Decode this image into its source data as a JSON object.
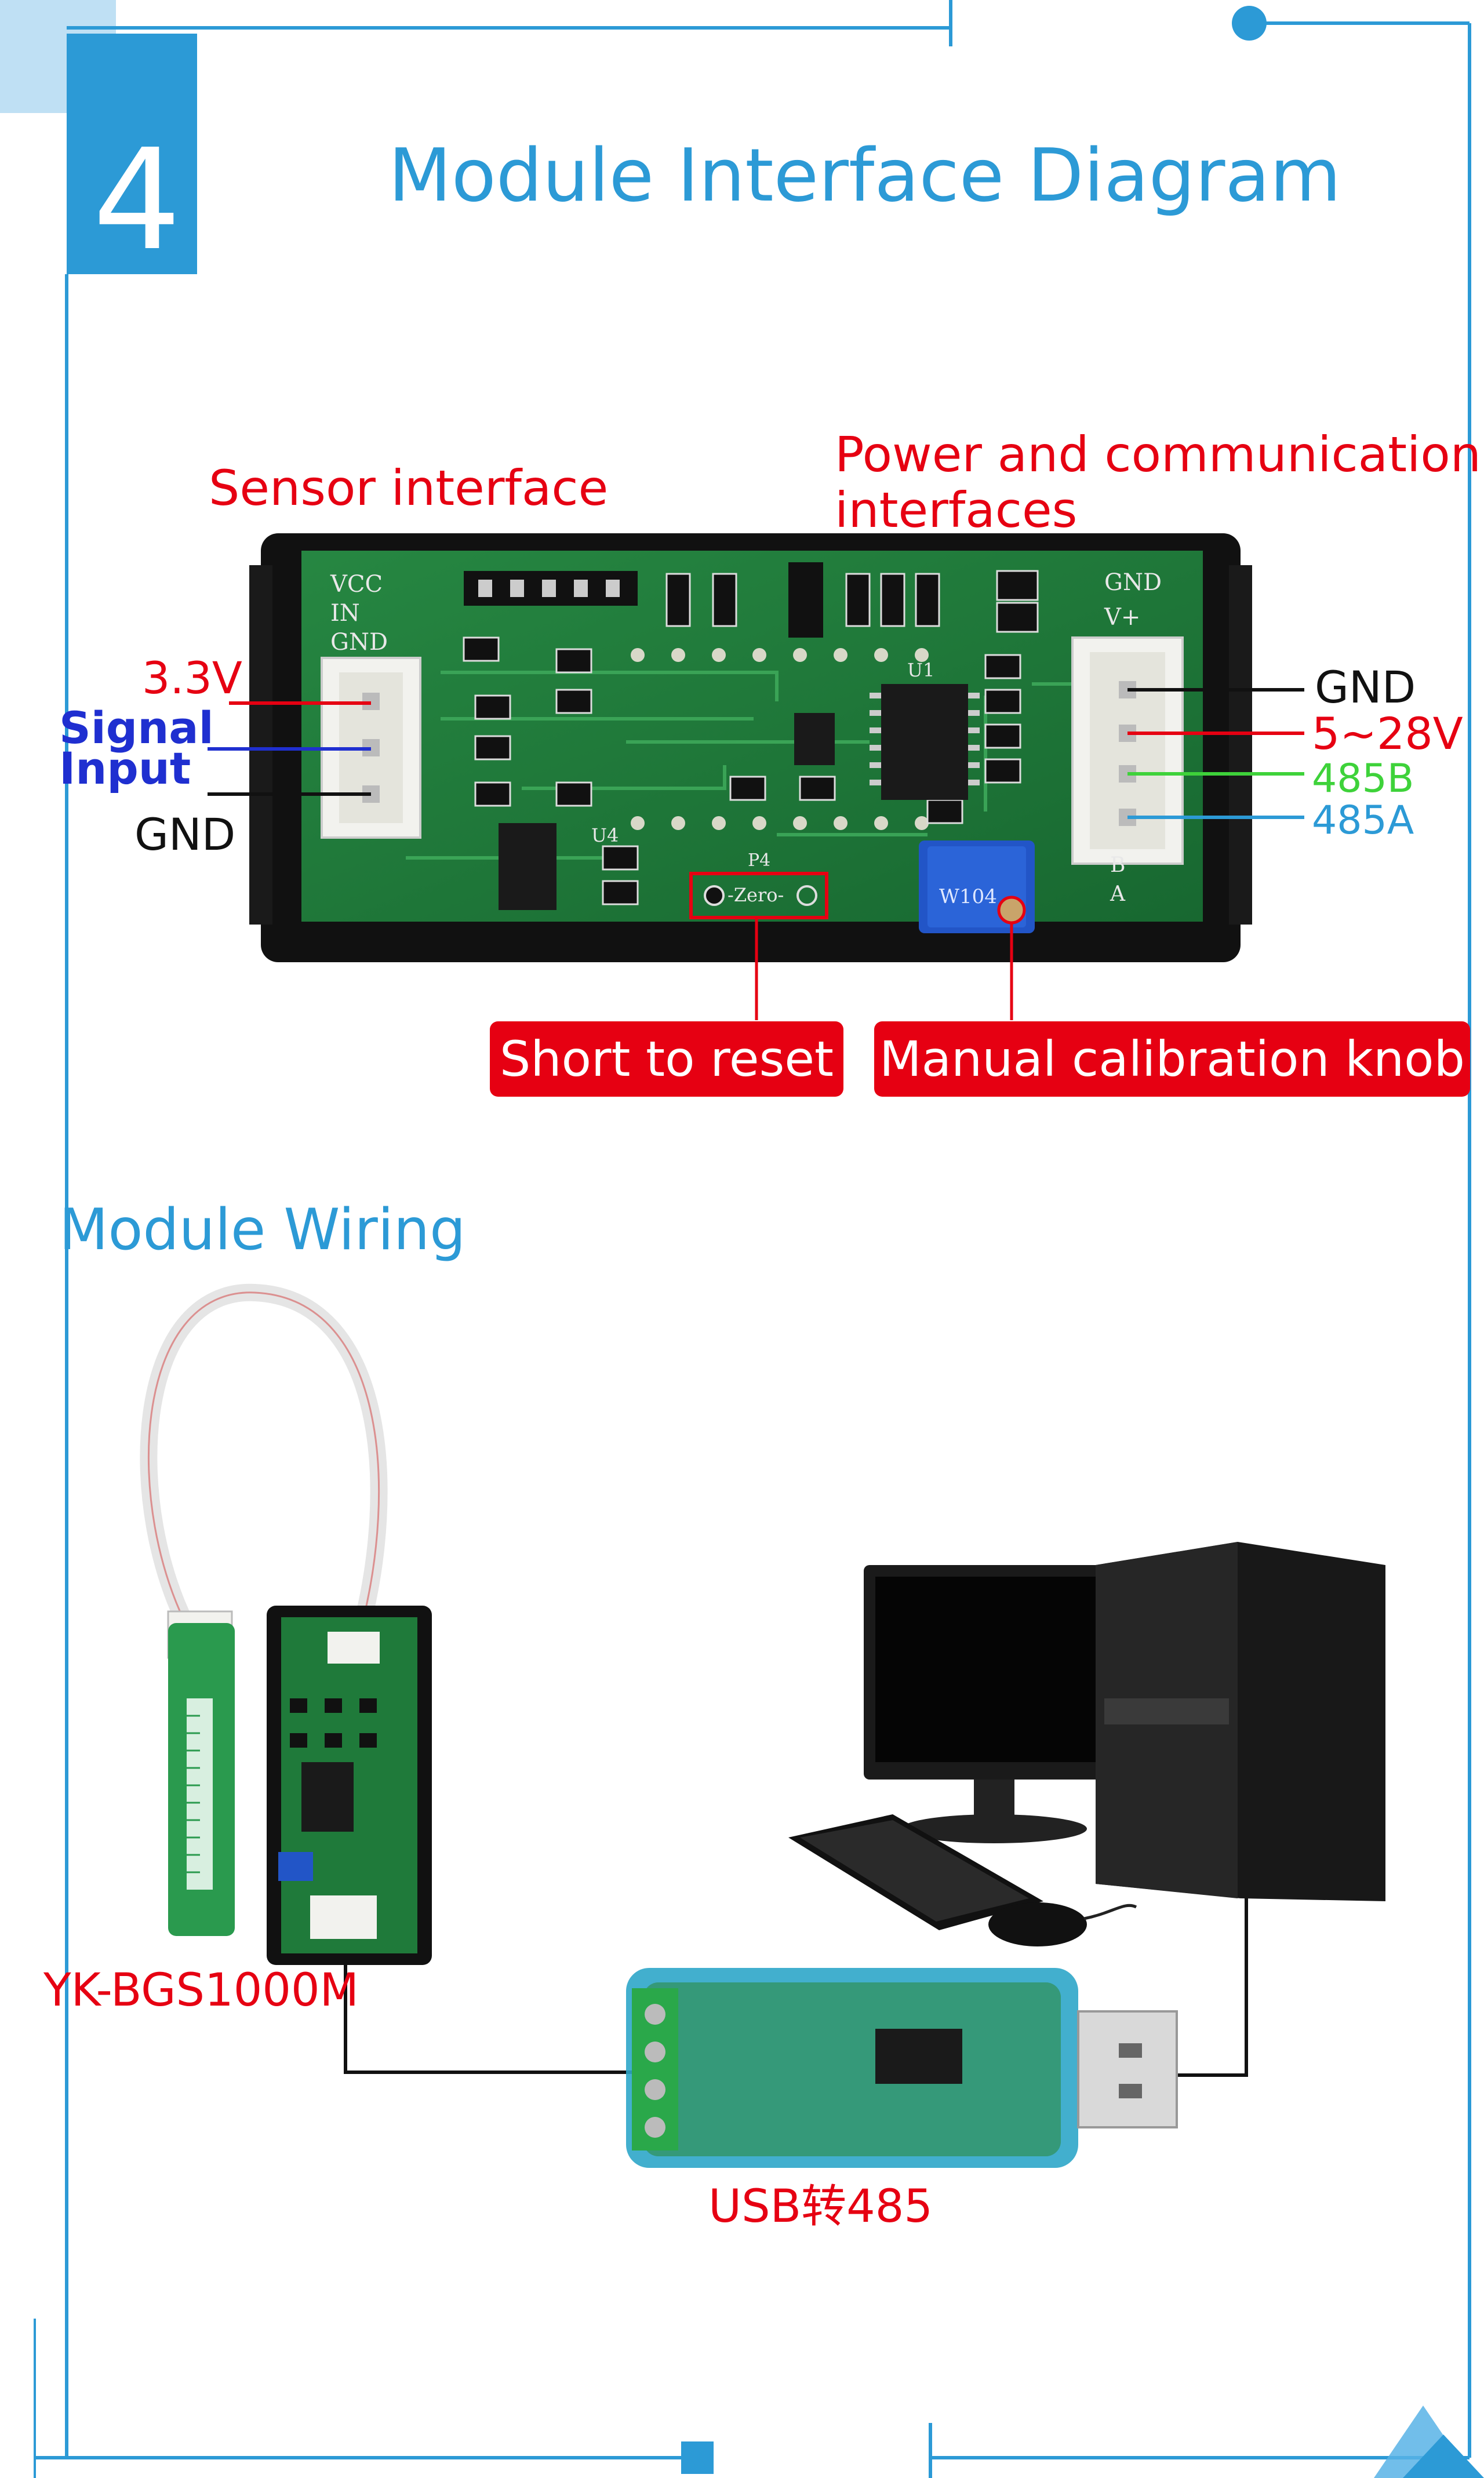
{
  "header": {
    "section_number": "4",
    "title": "Module Interface Diagram"
  },
  "interface_diagram": {
    "sensor_interface_label": "Sensor interface",
    "power_comm_label_line1": "Power and communication",
    "power_comm_label_line2": "interfaces",
    "left_pins": {
      "pin_3v3": "3.3V",
      "signal_line1": "Signal",
      "signal_line2": "Input",
      "gnd": "GND"
    },
    "right_pins": {
      "gnd": "GND",
      "power": "5~28V",
      "b485": "485B",
      "a485": "485A"
    },
    "board_silkscreen": {
      "vcc": "VCC",
      "in": "IN",
      "gnd": "GND",
      "gnd_right": "GND",
      "vplus": "V+",
      "b": "B",
      "a": "A",
      "zero": "-Zero-",
      "p4": "P4",
      "u1": "U1",
      "u4": "U4",
      "pot_text": "W104"
    },
    "callouts": {
      "reset": "Short to reset",
      "calibration": "Manual calibration knob"
    },
    "colors": {
      "red": "#e60012",
      "signal_blue": "#1f2fd0",
      "green_485b": "#3ed23a",
      "blue_485a": "#2c9ad6",
      "pcb_green": "#1f7a3a"
    }
  },
  "wiring": {
    "title": "Module Wiring",
    "sensor_model": "YK-BGS1000M",
    "converter_label": "USB转485"
  },
  "accent_color": "#2c9ad6"
}
